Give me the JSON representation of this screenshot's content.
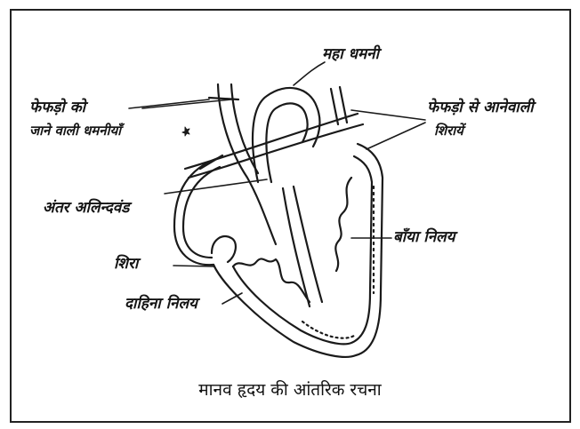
{
  "labels": {
    "aorta": "महा धमनी",
    "pulmonary_arteries_line1": "फेफड़ो को",
    "pulmonary_arteries_line2": "जाने वाली धमनीयाँ",
    "pulmonary_veins_line1": "फेफड़ो से आनेवाली",
    "pulmonary_veins_line2": "शिरायें",
    "interatrial_septum": "अंतर अलिन्दवंड",
    "left_ventricle": "बाँया निलय",
    "vein": "शिरा",
    "right_ventricle": "दाहिना निलय"
  },
  "caption": "मानव हृदय की आंतरिक रचना"
}
